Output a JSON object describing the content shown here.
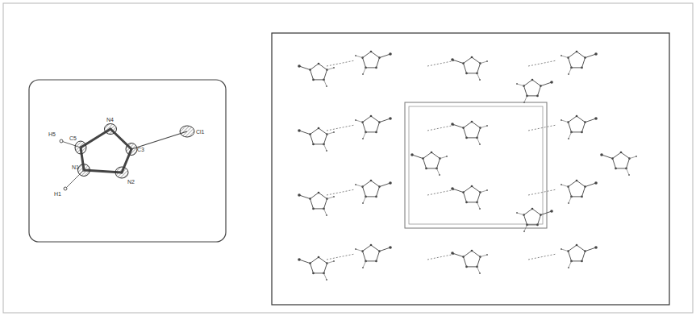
{
  "diagram": {
    "labels": [
      "H5",
      "C5",
      "N4",
      "C3",
      "Cl1",
      "N1",
      "H1",
      "N2"
    ]
  }
}
